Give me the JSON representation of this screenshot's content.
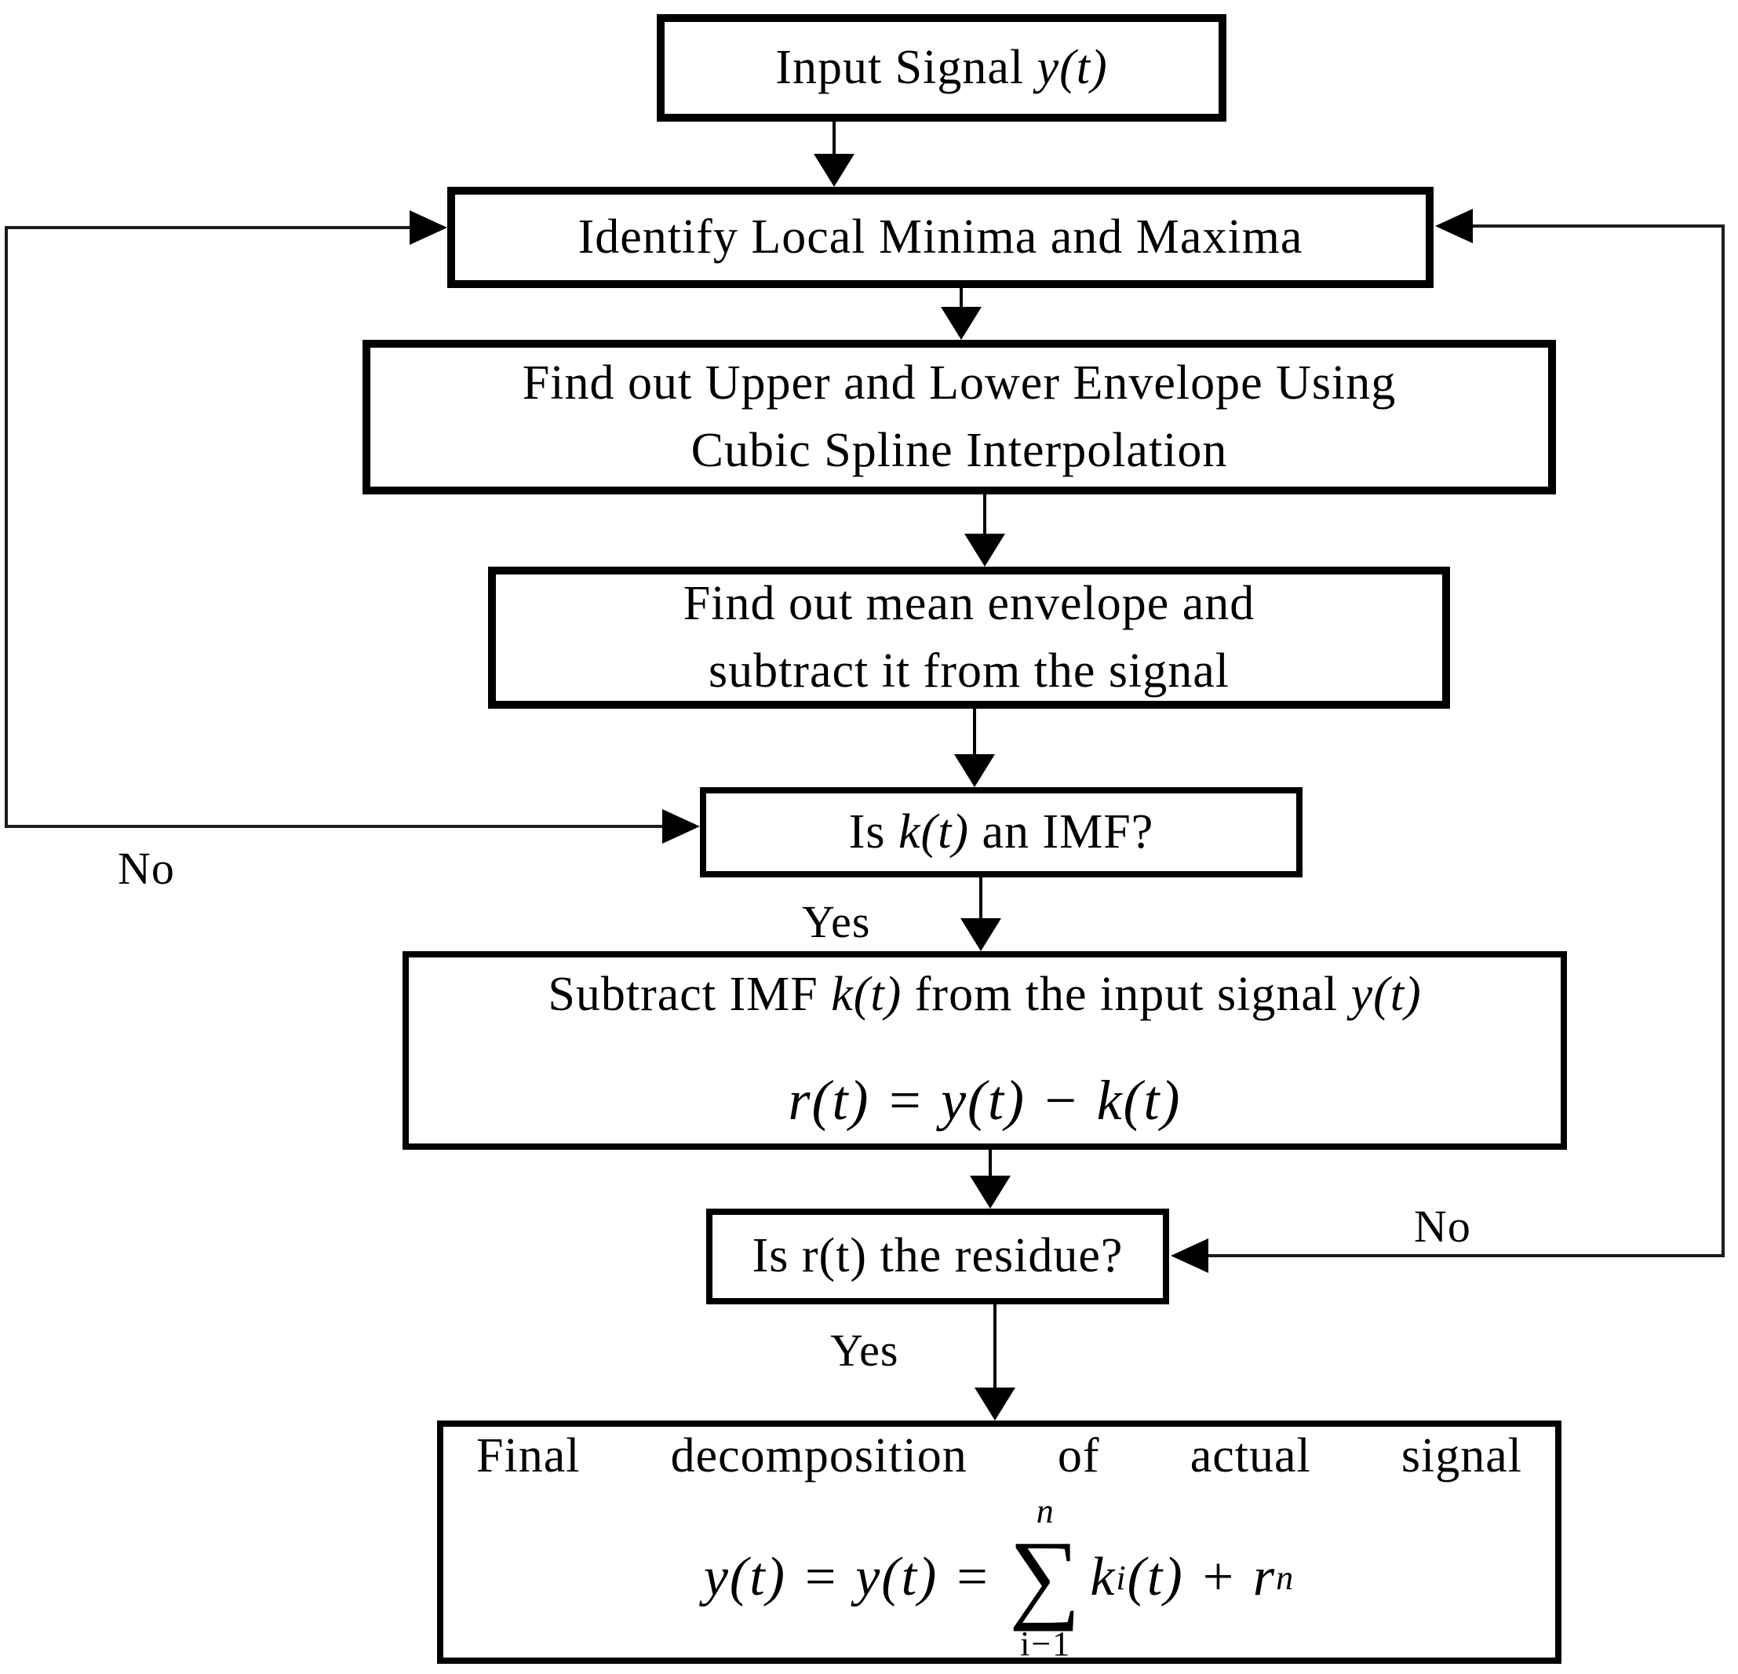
{
  "flowchart": {
    "boxes": {
      "input": {
        "segments": [
          {
            "t": "Input Signal ",
            "i": false
          },
          {
            "t": "y(t)",
            "i": true
          }
        ]
      },
      "identify": {
        "text": "Identify Local Minima and Maxima"
      },
      "envelope": {
        "line1": "Find out Upper and Lower Envelope Using",
        "line2": "Cubic Spline Interpolation"
      },
      "mean": {
        "line1": "Find out mean envelope and",
        "line2": "subtract it from the signal"
      },
      "imf": {
        "segments": [
          {
            "t": "Is ",
            "i": false
          },
          {
            "t": "k(t)",
            "i": true
          },
          {
            "t": " an IMF?",
            "i": false
          }
        ]
      },
      "subtract": {
        "segments": [
          {
            "t": "Subtract IMF ",
            "i": false
          },
          {
            "t": "k(t)",
            "i": true
          },
          {
            "t": " from the input signal ",
            "i": false
          },
          {
            "t": "y(t)",
            "i": true
          }
        ],
        "formula": "r(t) = y(t) − k(t)"
      },
      "residue": {
        "text": "Is r(t) the residue?"
      },
      "final": {
        "title": "Final decomposition of actual signal",
        "eq_pre": "y(t) =  y(t) = ",
        "sum_top": "n",
        "sum_symbol": "∑",
        "sum_bottom": "i−1",
        "eq_k": "k",
        "eq_k_sub": "i",
        "eq_mid": "(t) + r",
        "eq_r_sub": "n"
      }
    },
    "labels": {
      "yes_imf": "Yes",
      "yes_residue": "Yes",
      "no_left": "No",
      "no_right": "No"
    }
  }
}
